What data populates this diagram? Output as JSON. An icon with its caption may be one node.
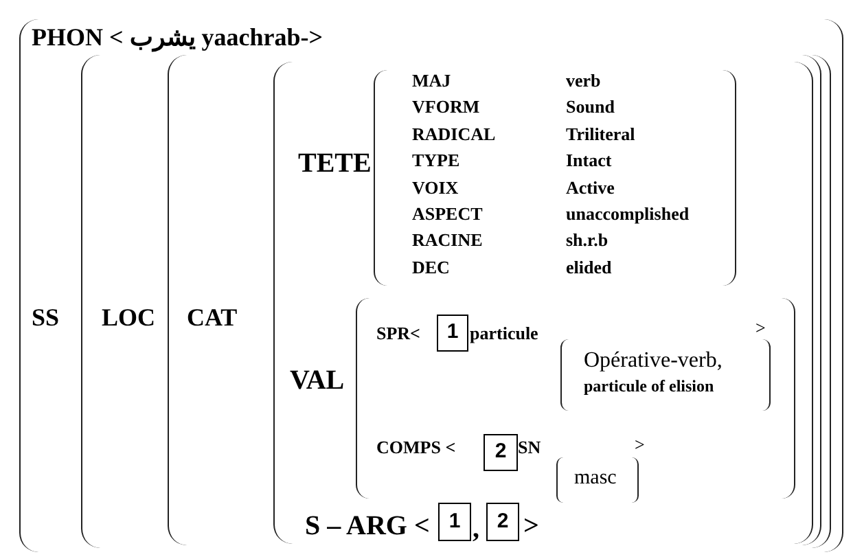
{
  "diagram": {
    "nodes": [
      {
        "text": [
          "PHON < يشرب yaachrab->",
          "SS"
        ]
      },
      {
        "text": [
          "LOC"
        ],
        "in": 0
      },
      {
        "text": [
          "CAT"
        ],
        "in": 1
      },
      {
        "text": [
          "TETE",
          "VAL",
          "S – ARG <",
          ",",
          ">"
        ],
        "in": 2
      },
      {
        "text": [
          "MAJ",
          "verb",
          "VFORM",
          "Sound",
          "RADICAL",
          "Triliteral",
          "TYPE",
          "Intact",
          "VOIX",
          "Active",
          "ASPECT",
          "unaccomplished",
          "RACINE",
          "sh.r.b",
          "DEC",
          "elided"
        ],
        "in": 3
      },
      {
        "text": [
          "SPR<",
          "particule",
          ">",
          "COMPS <",
          "SN",
          ">"
        ],
        "in": 3
      },
      {
        "text": [
          "1"
        ],
        "in": 5
      },
      {
        "text": [
          "Opérative-verb,",
          "particule of elision"
        ],
        "in": 5
      },
      {
        "text": [
          "2"
        ],
        "in": 5
      },
      {
        "text": [
          "masc"
        ],
        "in": 5
      },
      {
        "text": [
          "1"
        ],
        "in": 3
      },
      {
        "text": [
          "2"
        ],
        "in": 3
      }
    ]
  }
}
